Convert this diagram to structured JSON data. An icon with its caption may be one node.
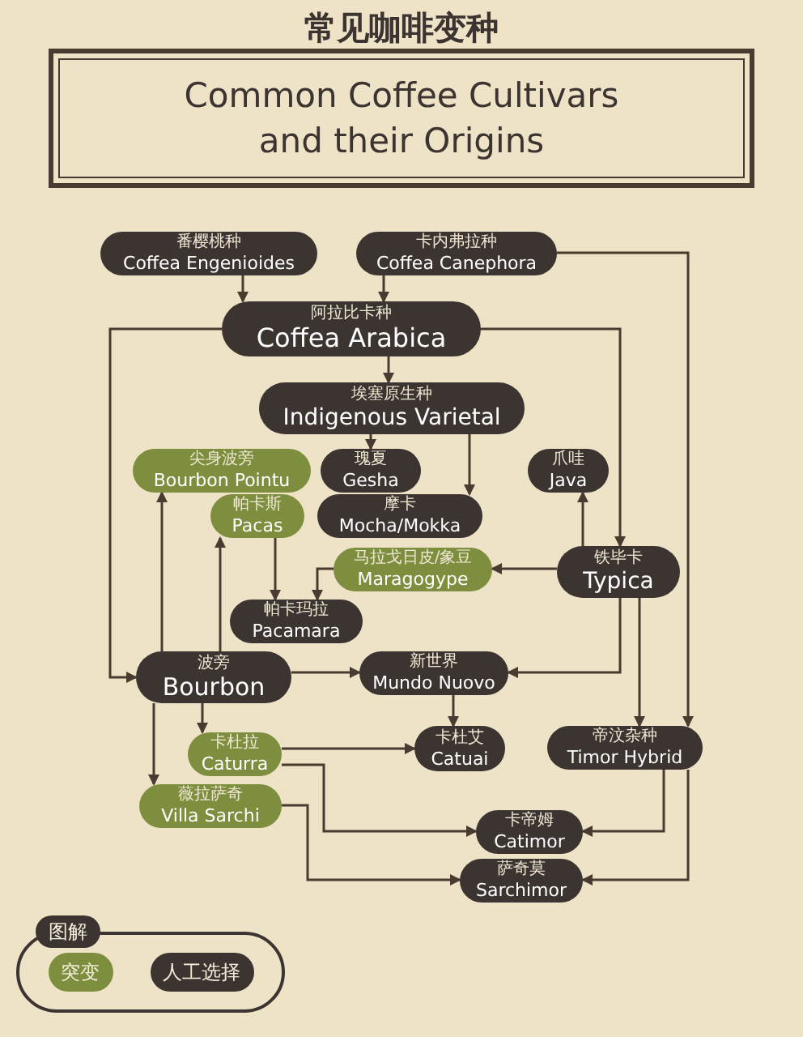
{
  "diagram": {
    "title": "常见咖啡变种",
    "nodes": [
      {
        "text": [
          "番樱桃种",
          "Coffea Engenioides"
        ]
      },
      {
        "text": [
          "卡内弗拉种",
          "Coffea Canephora"
        ]
      },
      {
        "text": [
          "阿拉比卡种",
          "Coffea Arabica"
        ]
      },
      {
        "text": [
          "埃塞原生种",
          "Indigenous Varietal"
        ]
      },
      {
        "text": [
          "尖身波旁",
          "Bourbon Pointu"
        ]
      },
      {
        "text": [
          "瑰夏",
          "Gesha"
        ]
      },
      {
        "text": [
          "爪哇",
          "Java"
        ]
      },
      {
        "text": [
          "帕卡斯",
          "Pacas"
        ]
      },
      {
        "text": [
          "摩卡",
          "Mocha/Mokka"
        ]
      },
      {
        "text": [
          "马拉戈日皮/象豆",
          "Maragogype"
        ]
      },
      {
        "text": [
          "铁毕卡",
          "Typica"
        ]
      },
      {
        "text": [
          "帕卡玛拉",
          "Pacamara"
        ]
      },
      {
        "text": [
          "波旁",
          "Bourbon"
        ]
      },
      {
        "text": [
          "新世界",
          "Mundo Nuovo"
        ]
      },
      {
        "text": [
          "卡杜艾",
          "Catuai"
        ]
      },
      {
        "text": [
          "帝汶杂种",
          "Timor Hybrid"
        ]
      },
      {
        "text": [
          "卡杜拉",
          "Caturra"
        ]
      },
      {
        "text": [
          "薇拉萨奇",
          "Villa Sarchi"
        ]
      },
      {
        "text": [
          "卡帝姆",
          "Catimor"
        ]
      },
      {
        "text": [
          "萨奇莫",
          "Sarchimor"
        ]
      }
    ],
    "edges": [
      {
        "from": 0,
        "to": 2,
        "arrow": "to"
      },
      {
        "from": 1,
        "to": 2,
        "arrow": "to"
      },
      {
        "from": 1,
        "to": 15,
        "arrow": "to"
      },
      {
        "from": 2,
        "to": 3,
        "arrow": "to"
      },
      {
        "from": 2,
        "to": 12,
        "arrow": "to"
      },
      {
        "from": 2,
        "to": 10,
        "arrow": "to"
      },
      {
        "from": 3,
        "to": 5,
        "arrow": "to"
      },
      {
        "from": 3,
        "to": 8,
        "arrow": "to"
      },
      {
        "from": 10,
        "to": 6,
        "arrow": "to"
      },
      {
        "from": 12,
        "to": 4,
        "arrow": "to"
      },
      {
        "from": 12,
        "to": 7,
        "arrow": "to"
      },
      {
        "from": 10,
        "to": 9,
        "arrow": "to"
      },
      {
        "from": 7,
        "to": 11,
        "arrow": "to"
      },
      {
        "from": 9,
        "to": 11,
        "arrow": "to"
      },
      {
        "from": 12,
        "to": 13,
        "arrow": "to"
      },
      {
        "from": 10,
        "to": 13,
        "arrow": "to"
      },
      {
        "from": 13,
        "to": 14,
        "arrow": "to"
      },
      {
        "from": 12,
        "to": 16,
        "arrow": "to"
      },
      {
        "from": 12,
        "to": 17,
        "arrow": "to"
      },
      {
        "from": 16,
        "to": 14,
        "arrow": "to"
      },
      {
        "from": 10,
        "to": 15,
        "arrow": "to"
      },
      {
        "from": 16,
        "to": 18,
        "arrow": "to"
      },
      {
        "from": 15,
        "to": 18,
        "arrow": "to"
      },
      {
        "from": 15,
        "to": 19,
        "arrow": "to"
      },
      {
        "from": 17,
        "to": 19,
        "arrow": "to"
      }
    ],
    "labels": [
      "Common Coffee Cultivars and their Origins",
      "图解"
    ],
    "legend": [
      {
        "text": "突变",
        "color": "#7d8f3e"
      },
      {
        "text": "人工选择",
        "color": "#3b3431"
      }
    ]
  }
}
